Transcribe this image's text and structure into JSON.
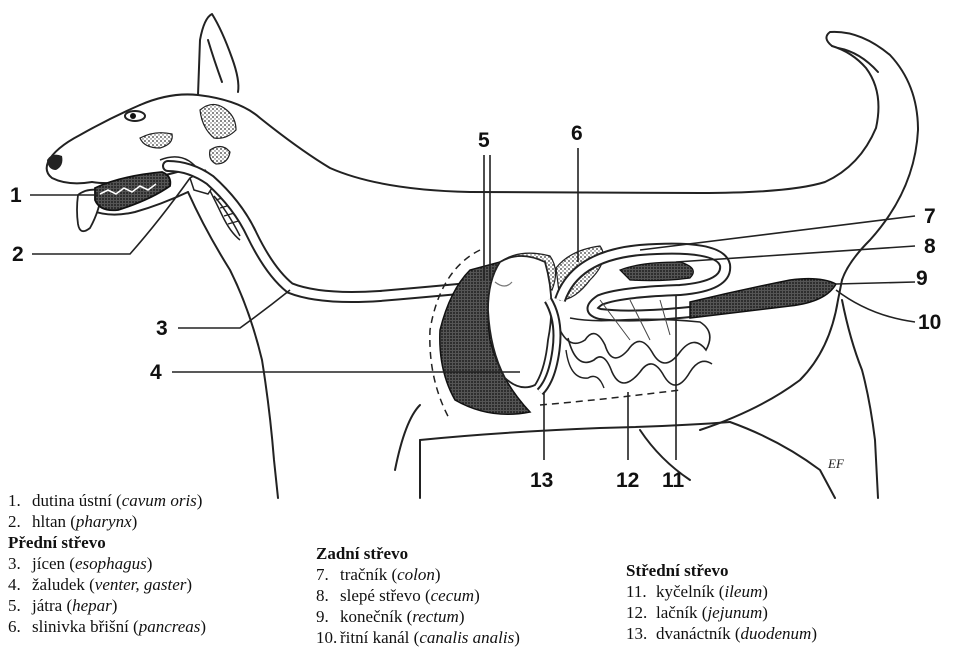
{
  "labels": {
    "n1": "1",
    "n2": "2",
    "n3": "3",
    "n4": "4",
    "n5": "5",
    "n6": "6",
    "n7": "7",
    "n8": "8",
    "n9": "9",
    "n10": "10",
    "n11": "11",
    "n12": "12",
    "n13": "13"
  },
  "signature": "EF",
  "legend": {
    "col1": {
      "item1": {
        "num": "1.",
        "text": "dutina ústní (",
        "latin": "cavum oris",
        "close": ")"
      },
      "item2": {
        "num": "2.",
        "text": "hltan (",
        "latin": "pharynx",
        "close": ")"
      },
      "heading": "Přední střevo",
      "item3": {
        "num": "3.",
        "text": "jícen (",
        "latin": "esophagus",
        "close": ")"
      },
      "item4": {
        "num": "4.",
        "text": "žaludek (",
        "latin": "venter, gaster",
        "close": ")"
      },
      "item5": {
        "num": "5.",
        "text": "játra (",
        "latin": "hepar",
        "close": ")"
      },
      "item6": {
        "num": "6.",
        "text": "slinivka břišní (",
        "latin": "pancreas",
        "close": ")"
      }
    },
    "col2": {
      "heading": "Zadní střevo",
      "item7": {
        "num": "7.",
        "text": "tračník (",
        "latin": "colon",
        "close": ")"
      },
      "item8": {
        "num": "8.",
        "text": "slepé střevo (",
        "latin": "cecum",
        "close": ")"
      },
      "item9": {
        "num": "9.",
        "text": "konečník (",
        "latin": "rectum",
        "close": ")"
      },
      "item10": {
        "num": "10.",
        "text": "řitní kanál (",
        "latin": "canalis analis",
        "close": ")"
      }
    },
    "col3": {
      "heading": "Střední střevo",
      "item11": {
        "num": "11.",
        "text": "kyčelník (",
        "latin": "ileum",
        "close": ")"
      },
      "item12": {
        "num": "12.",
        "text": "lačník (",
        "latin": "jejunum",
        "close": ")"
      },
      "item13": {
        "num": "13.",
        "text": "dvanáctník (",
        "latin": "duodenum",
        "close": ")"
      }
    }
  }
}
